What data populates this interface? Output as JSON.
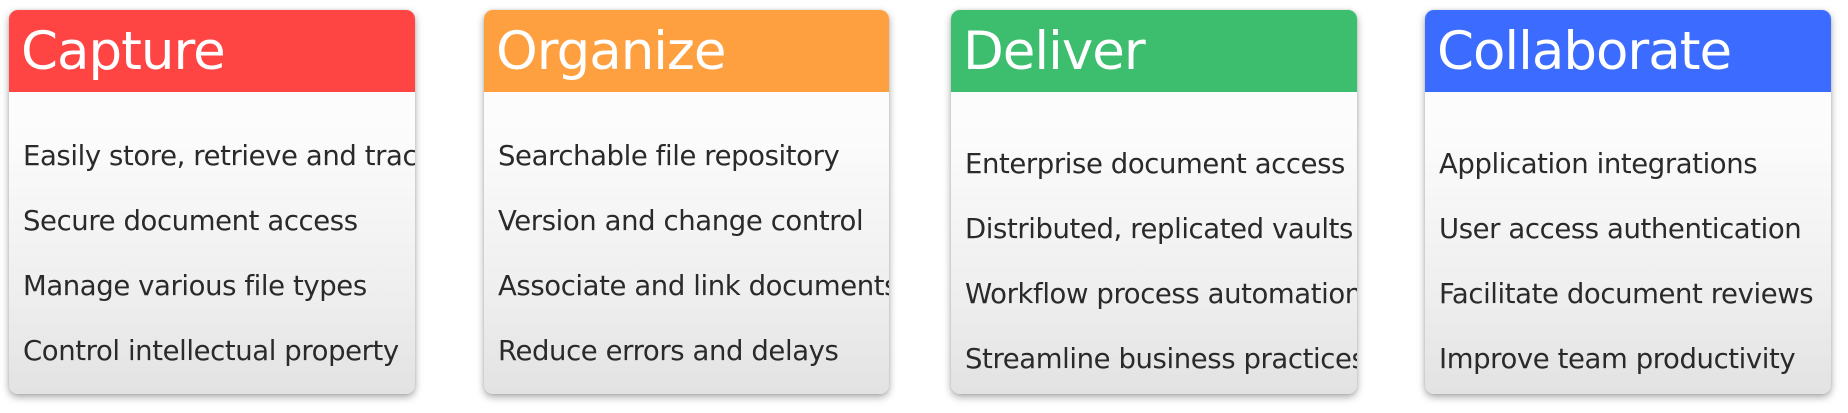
{
  "cards": [
    {
      "title": "Capture",
      "color": "#ff4444",
      "items": [
        "Easily store, retrieve and track",
        "Secure document access",
        "Manage various file types",
        "Control intellectual property"
      ]
    },
    {
      "title": "Organize",
      "color": "#ffa040",
      "items": [
        "Searchable file repository",
        "Version and change control",
        "Associate and link documents",
        "Reduce errors and delays"
      ]
    },
    {
      "title": "Deliver",
      "color": "#3dbd6e",
      "items": [
        "Enterprise document access",
        "Distributed, replicated vaults",
        "Workflow process automation",
        "Streamline business practices"
      ]
    },
    {
      "title": "Collaborate",
      "color": "#3b6cff",
      "items": [
        "Application integrations",
        "User access authentication",
        "Facilitate document reviews",
        "Improve team productivity"
      ]
    }
  ]
}
